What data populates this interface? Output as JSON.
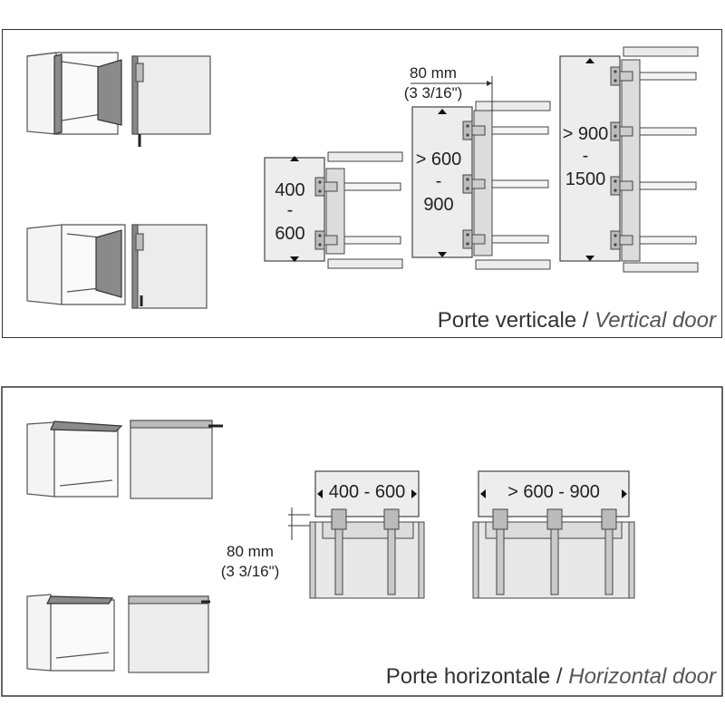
{
  "vertical": {
    "caption_fr": "Porte verticale",
    "caption_sep": " / ",
    "caption_en": "Vertical door",
    "offset_mm": "80 mm",
    "offset_in": "(3 3/16\")",
    "ranges": [
      {
        "a": "400",
        "dash": "-",
        "b": "600"
      },
      {
        "a": "> 600",
        "dash": "-",
        "b": "900"
      },
      {
        "a": "> 900",
        "dash": "-",
        "b": "1500"
      }
    ]
  },
  "horizontal": {
    "caption_fr": "Porte horizontale",
    "caption_sep": " / ",
    "caption_en": "Horizontal door",
    "offset_mm": "80 mm",
    "offset_in": "(3 3/16\")",
    "ranges": [
      {
        "label": "400 - 600"
      },
      {
        "label": "> 600 - 900"
      }
    ]
  },
  "colors": {
    "line": "#444444",
    "panel_fill": "#e6e6e6",
    "door_fill": "#8a8a8a",
    "outline": "#333333"
  }
}
